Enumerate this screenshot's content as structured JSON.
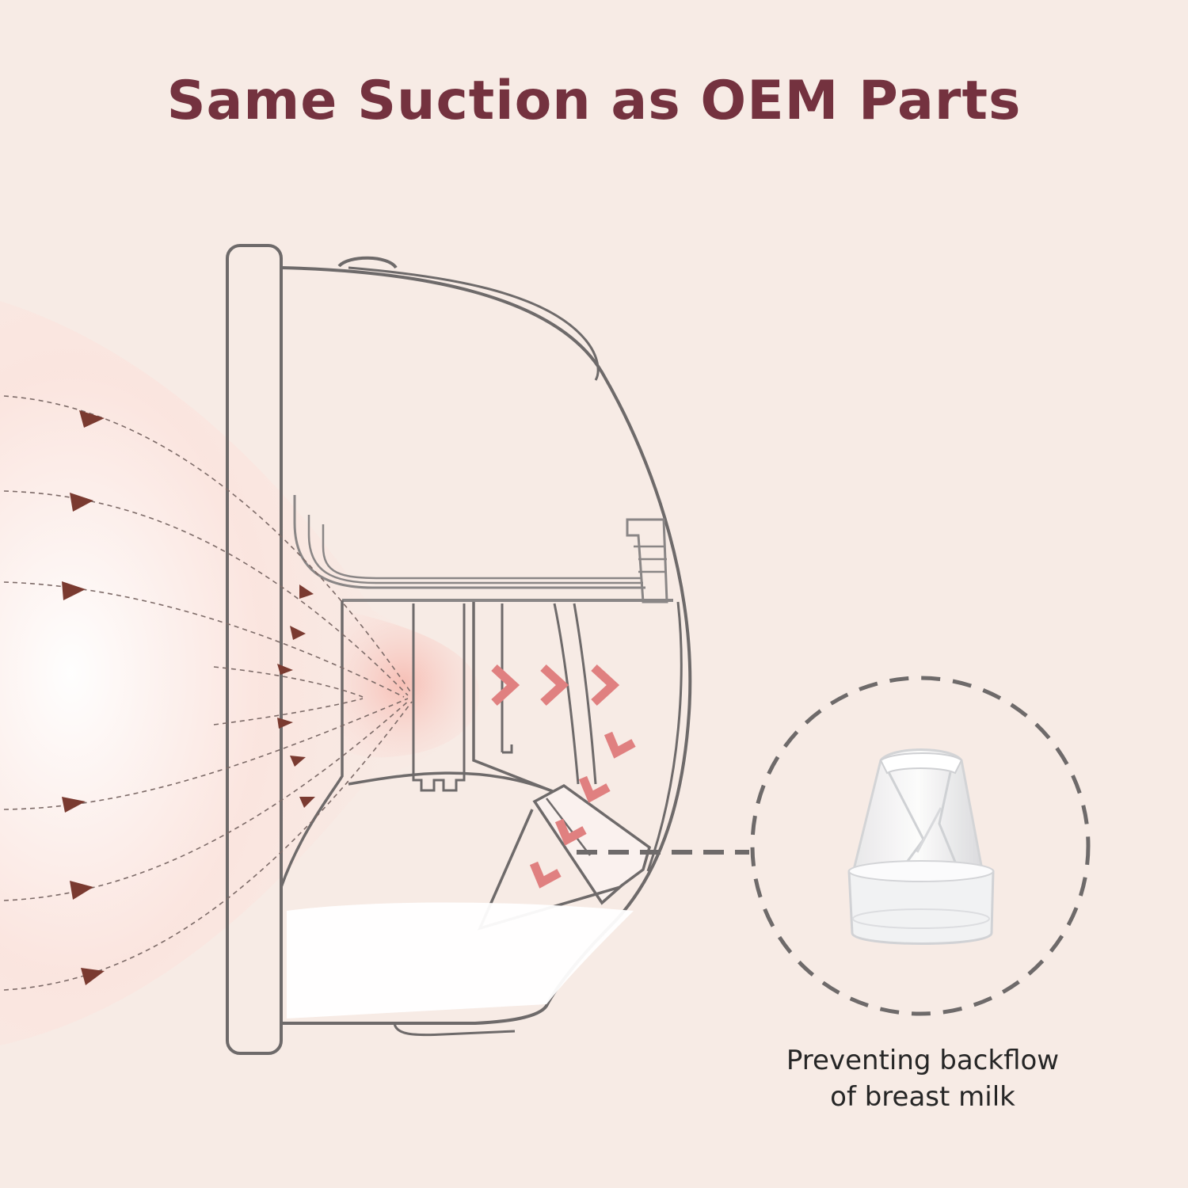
{
  "title": "Same Suction as OEM Parts",
  "caption": {
    "line1": "Preventing backflow",
    "line2": "of breast milk"
  },
  "colors": {
    "background": "#f7ebe5",
    "title": "#74323f",
    "outline": "#6e6a6a",
    "suction_arrow": "#7a3a30",
    "flow_chevron": "#e08080",
    "glow": "#f8c8c0",
    "milk": "#ffffff"
  },
  "icons": {
    "suction_arrows": "dashed-triangle-arrow-icon",
    "flow_chevrons": "chevron-right-icon",
    "valve": "duckbill-valve-icon"
  }
}
